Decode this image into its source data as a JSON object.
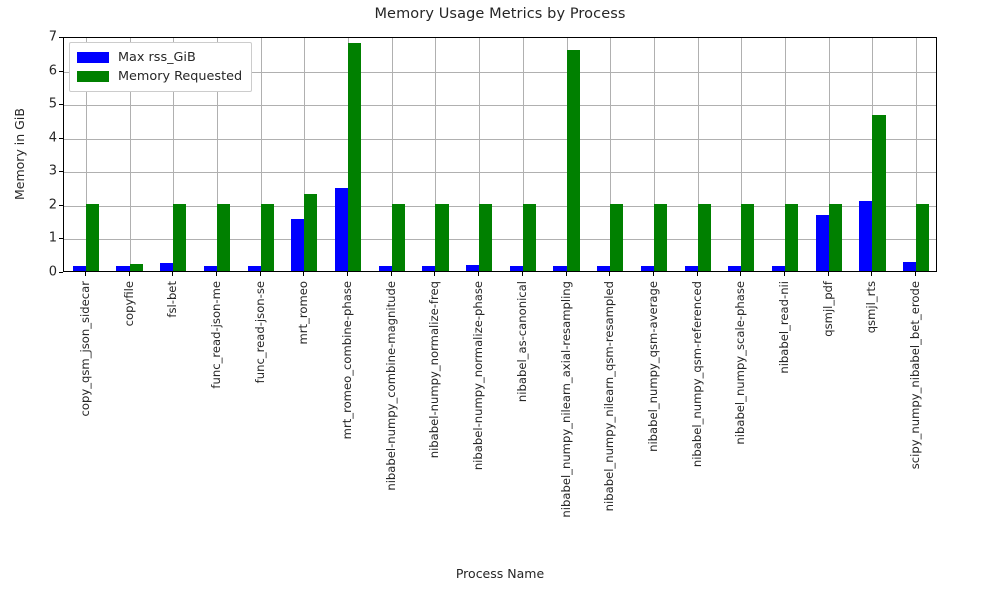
{
  "chart_data": {
    "type": "bar",
    "title": "Memory Usage Metrics by Process",
    "xlabel": "Process Name",
    "ylabel": "Memory in GiB",
    "ylim": [
      0,
      7
    ],
    "yticks": [
      0,
      1,
      2,
      3,
      4,
      5,
      6,
      7
    ],
    "grid": true,
    "legend_position": "upper left",
    "categories": [
      "copy_qsm_json_sidecar",
      "copyfile",
      "fsl-bet",
      "func_read-json-me",
      "func_read-json-se",
      "mrt_romeo",
      "mrt_romeo_combine-phase",
      "nibabel-numpy_combine-magnitude",
      "nibabel-numpy_normalize-freq",
      "nibabel-numpy_normalize-phase",
      "nibabel_as-canonical",
      "nibabel_numpy_nilearn_axial-resampling",
      "nibabel_numpy_nilearn_qsm-resampled",
      "nibabel_numpy_qsm-average",
      "nibabel_numpy_qsm-referenced",
      "nibabel_numpy_scale-phase",
      "nibabel_read-nii",
      "qsmjl_pdf",
      "qsmjl_rts",
      "scipy_numpy_nibabel_bet_erode"
    ],
    "series": [
      {
        "name": "Max rss_GiB",
        "color": "#0000ff",
        "values": [
          0.16,
          0.16,
          0.25,
          0.16,
          0.16,
          1.55,
          2.46,
          0.16,
          0.16,
          0.19,
          0.16,
          0.16,
          0.16,
          0.15,
          0.16,
          0.15,
          0.16,
          1.67,
          2.08,
          0.27
        ]
      },
      {
        "name": "Memory Requested",
        "color": "#008000",
        "values": [
          2.0,
          0.22,
          2.0,
          2.0,
          2.0,
          2.28,
          6.8,
          2.0,
          2.0,
          2.0,
          2.0,
          6.57,
          2.0,
          2.0,
          2.0,
          2.0,
          2.0,
          2.0,
          4.65,
          2.0
        ]
      }
    ]
  }
}
